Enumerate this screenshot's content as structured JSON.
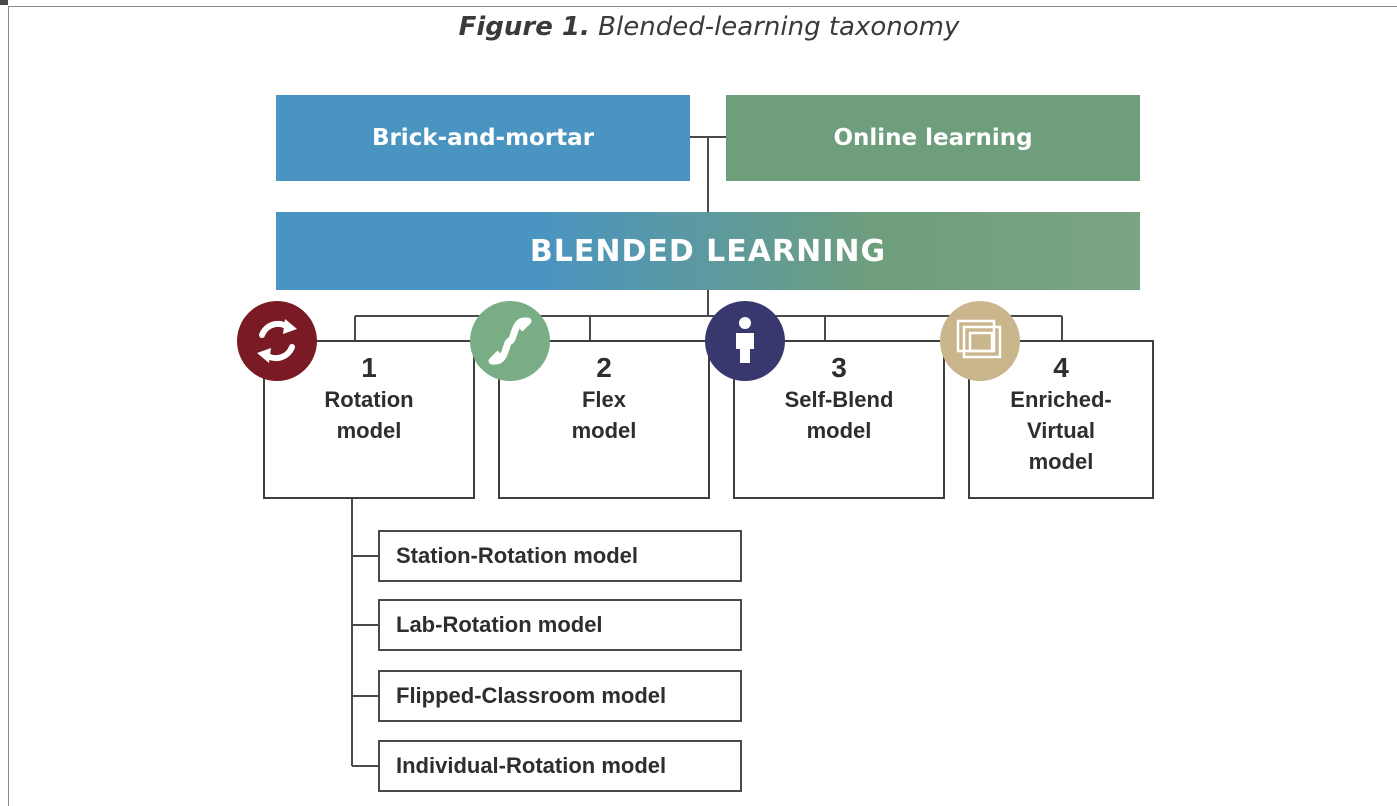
{
  "figure": {
    "title_prefix": "Figure 1.",
    "title_text": " Blended-learning taxonomy"
  },
  "top_boxes": {
    "brick": "Brick-and-mortar",
    "online": "Online learning"
  },
  "blended": "BLENDED LEARNING",
  "models": [
    {
      "num": "1",
      "label": "Rotation\nmodel",
      "icon": "rotation-arrows-icon"
    },
    {
      "num": "2",
      "label": "Flex\nmodel",
      "icon": "flex-curve-icon"
    },
    {
      "num": "3",
      "label": "Self-Blend\nmodel",
      "icon": "person-icon"
    },
    {
      "num": "4",
      "label": "Enriched-\nVirtual\nmodel",
      "icon": "layered-screens-icon"
    }
  ],
  "sub_models": [
    "Station-Rotation model",
    "Lab-Rotation model",
    "Flipped-Classroom model",
    "Individual-Rotation model"
  ],
  "colors": {
    "blue": "#4a94c2",
    "green": "#6f9e7c",
    "rotation": "#7a1a24",
    "flex": "#79ad86",
    "self_blend": "#38386e",
    "enriched": "#c9b68d"
  }
}
